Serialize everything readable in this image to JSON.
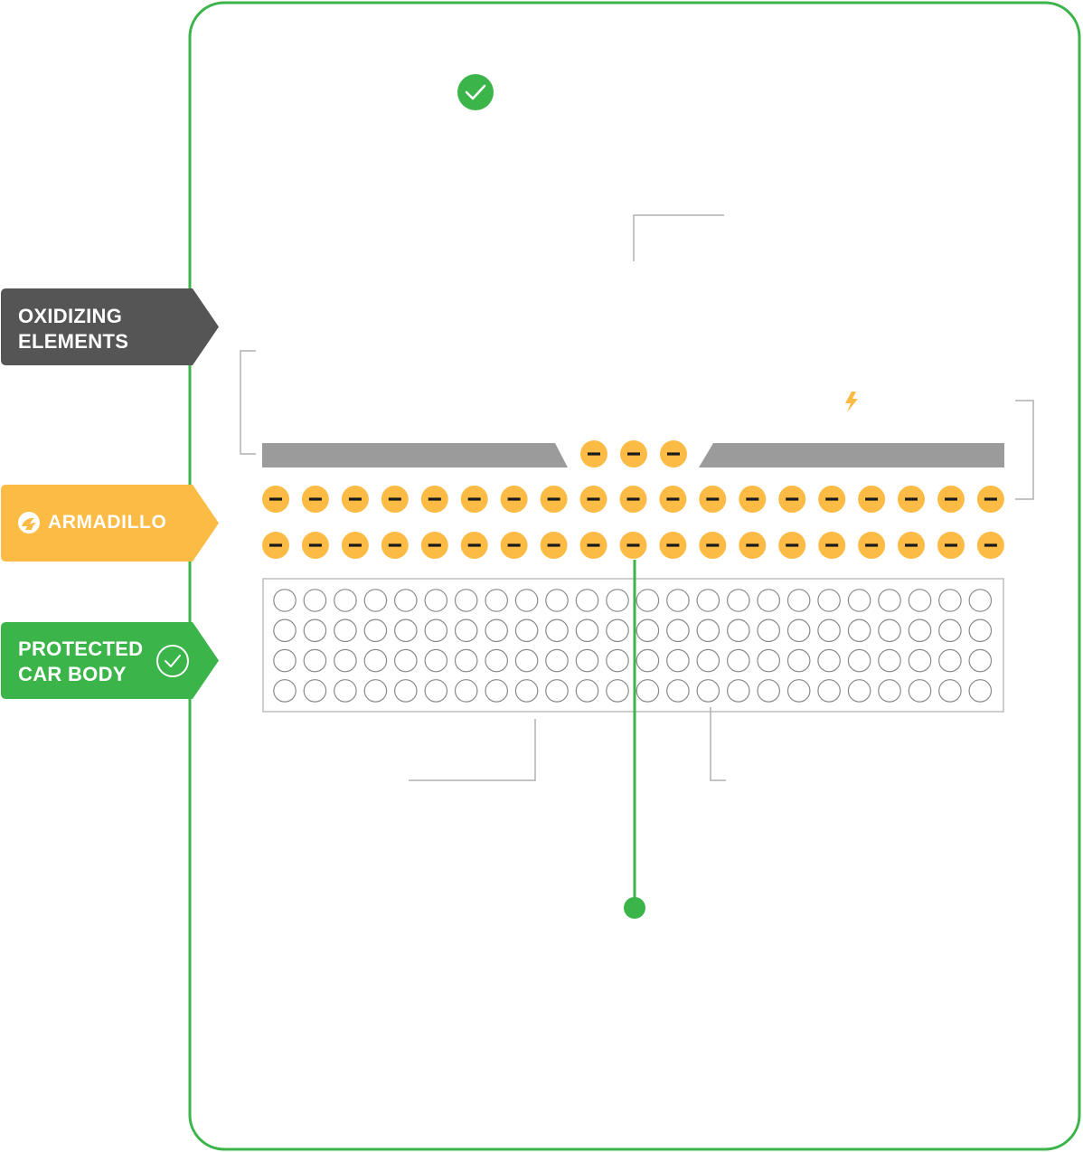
{
  "colors": {
    "frame": "#3bb54a",
    "accent_yellow": "#fcbb45",
    "tag_dark": "#555555",
    "tag_green": "#3bb54a",
    "coating_bar": "#9b9b9b",
    "leader_line": "#b0b0b0",
    "metal_atom_stroke": "#8a8a8a"
  },
  "tags": {
    "oxidizing": {
      "line1": "OXIDIZING",
      "line2": "ELEMENTS",
      "color": "#555555"
    },
    "armadillo": {
      "wordmark": "ARMADILLO",
      "icon": "armadillo-logo-icon",
      "color": "#fcbb45"
    },
    "protected": {
      "line1": "PROTECTED",
      "line2": "CAR BODY",
      "icon": "check-circle-icon",
      "color": "#3bb54a"
    }
  },
  "icons": {
    "top_badge": "check-circle-icon",
    "charge_icon": "lightning-bolt-icon",
    "charge_symbol": "minus-sign"
  },
  "diagram": {
    "charge_rows": [
      {
        "row": "gap",
        "count": 3
      },
      {
        "row": "upper",
        "count": 19
      },
      {
        "row": "lower",
        "count": 19
      }
    ],
    "metal_grid": {
      "rows": 4,
      "columns": 24
    }
  }
}
